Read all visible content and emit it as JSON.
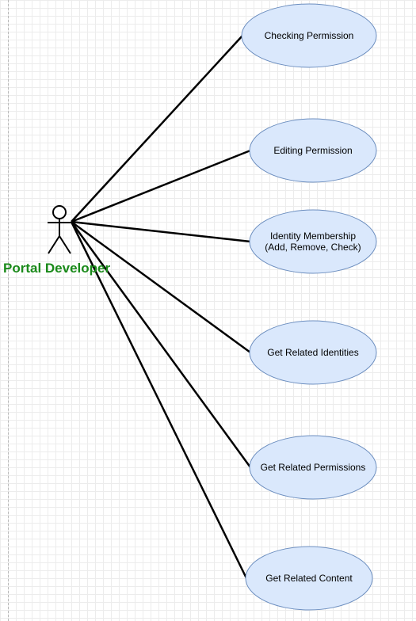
{
  "diagram": {
    "actor": {
      "name": "Portal Developer",
      "color": "#1a8a1a"
    },
    "usecase_fill": "#dae8fc",
    "usecase_stroke": "#6c8ebf",
    "use_cases": [
      {
        "lines": [
          "Checking Permission"
        ]
      },
      {
        "lines": [
          "Editing Permission"
        ]
      },
      {
        "lines": [
          "Identity Membership",
          "(Add, Remove, Check)"
        ]
      },
      {
        "lines": [
          "Get Related Identities"
        ]
      },
      {
        "lines": [
          "Get Related Permissions"
        ]
      },
      {
        "lines": [
          "Get Related Content"
        ]
      }
    ]
  }
}
